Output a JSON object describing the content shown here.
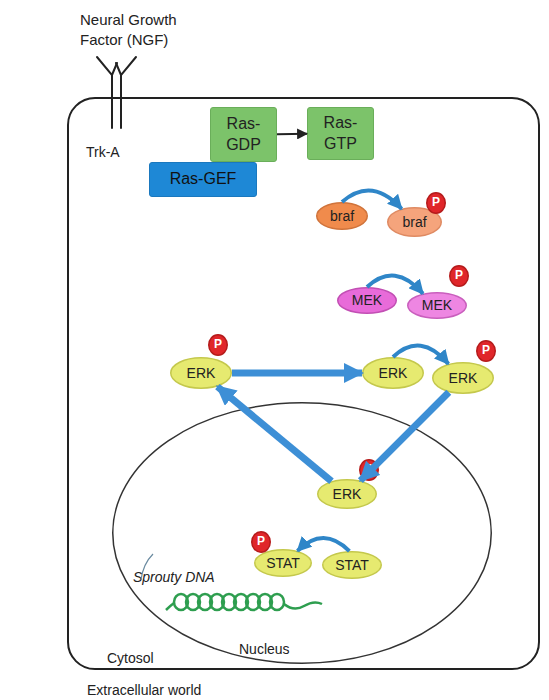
{
  "diagram": {
    "nodes": [
      {
        "text": [
          "Cytosol"
        ]
      },
      {
        "text": [
          "Ras- GDP"
        ],
        "in": 0
      },
      {
        "text": [
          "Ras- GTP"
        ],
        "in": 0
      },
      {
        "text": [
          "Ras-GEF"
        ],
        "in": 0
      },
      {
        "text": [
          "braf"
        ],
        "in": 0
      },
      {
        "text": [
          "braf"
        ],
        "in": 0
      },
      {
        "text": [
          "P"
        ],
        "in": 0
      },
      {
        "text": [
          "MEK"
        ],
        "in": 0
      },
      {
        "text": [
          "MEK"
        ],
        "in": 0
      },
      {
        "text": [
          "P"
        ],
        "in": 0
      },
      {
        "text": [
          "ERK"
        ],
        "in": 0
      },
      {
        "text": [
          "P"
        ],
        "in": 0
      },
      {
        "text": [
          "ERK"
        ],
        "in": 0
      },
      {
        "text": [
          "ERK"
        ],
        "in": 0
      },
      {
        "text": [
          "P"
        ],
        "in": 0
      },
      {
        "text": [
          "Nucleus"
        ],
        "in": 0
      },
      {
        "text": [
          "ERK"
        ],
        "in": 15
      },
      {
        "text": [
          "P"
        ],
        "in": 15
      },
      {
        "text": [
          "STAT"
        ],
        "in": 15
      },
      {
        "text": [
          "P"
        ],
        "in": 15
      },
      {
        "text": [
          "STAT"
        ],
        "in": 15
      }
    ],
    "edges": [
      {
        "from": 1,
        "to": 2,
        "arrow": "to"
      },
      {
        "from": 4,
        "to": 5,
        "arrow": "to"
      },
      {
        "from": 7,
        "to": 8,
        "arrow": "to"
      },
      {
        "from": 12,
        "to": 13,
        "arrow": "to"
      },
      {
        "from": 13,
        "to": 16,
        "arrow": "to"
      },
      {
        "from": 16,
        "to": 10,
        "arrow": "to"
      },
      {
        "from": 10,
        "to": 12,
        "arrow": "to"
      },
      {
        "from": 20,
        "to": 18,
        "arrow": "to"
      }
    ],
    "labels": [
      "Neural Growth Factor (NGF)",
      "Trk-A",
      "Sprouty DNA",
      "Extracellular world"
    ]
  }
}
